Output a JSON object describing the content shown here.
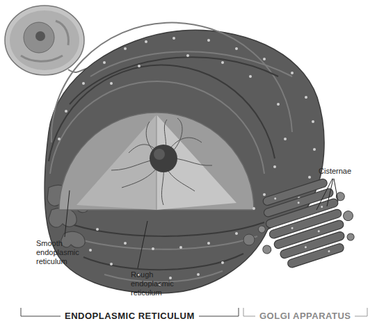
{
  "diagram": {
    "labels": [
      "Cisternae",
      "Smooth endoplasmic reticulum",
      "Rough endoplasmic reticulum",
      "ENDOPLASMIC RETICULUM",
      "GOLGI APPARATUS"
    ]
  }
}
